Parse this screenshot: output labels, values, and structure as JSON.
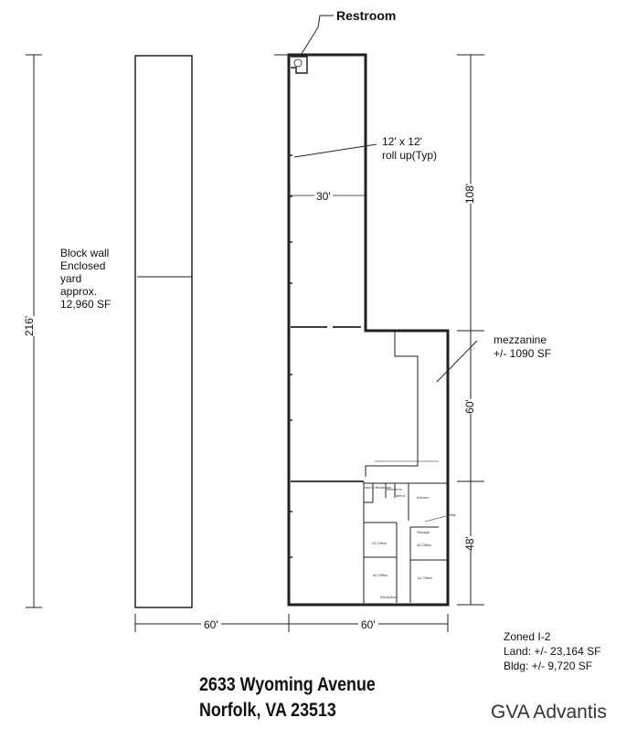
{
  "labels": {
    "restroom": "Restroom",
    "rollup_line1": "12' x 12'",
    "rollup_line2": "roll up(Typ)",
    "width_30": "30'",
    "yard_lines": [
      "Block wall",
      "Enclosed",
      "yard",
      "approx.",
      "12,960 SF"
    ],
    "mezz_line1": "mezzanine",
    "mezz_line2": "+/- 1090 SF",
    "dim_216": "216'",
    "dim_108": "108'",
    "dim_60_v": "60'",
    "dim_48": "48'",
    "dim_60_yard": "60'",
    "dim_60_bldg": "60'"
  },
  "rooms": [
    "Men's Restroom",
    "Women's",
    "Men's",
    "Kitchen",
    "Utility",
    "Storage",
    "#3 Office",
    "#4 Office",
    "#2 Office",
    "#1 Office",
    "Reception"
  ],
  "zoning": {
    "zoned": "Zoned I-2",
    "land": "Land: +/- 23,164 SF",
    "bldg": "Bldg: +/- 9,720 SF"
  },
  "address": {
    "line1": "2633 Wyoming Avenue",
    "line2": "Norfolk, VA 23513"
  },
  "brand": "GVA Advantis"
}
